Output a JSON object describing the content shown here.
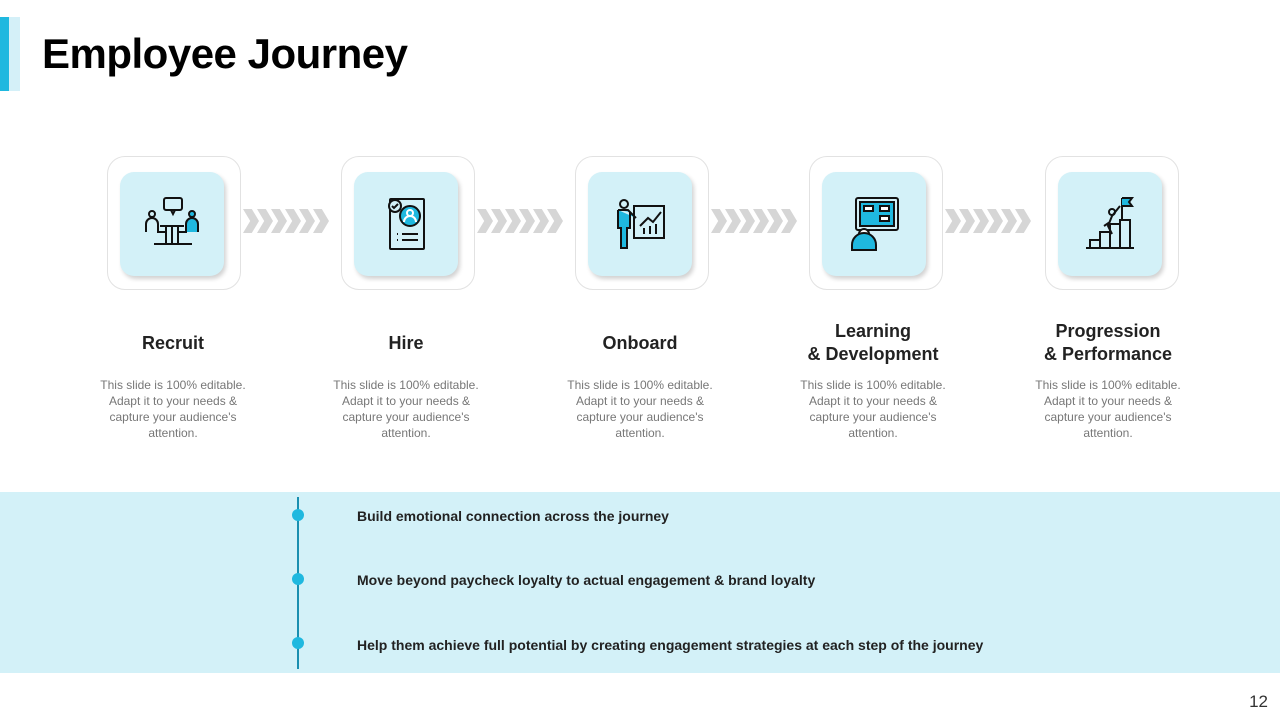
{
  "title": "Employee Journey",
  "steps": [
    {
      "title": "Recruit",
      "desc": "This slide is 100% editable. Adapt it to your needs & capture your audience's attention.",
      "icon": "meeting-icon"
    },
    {
      "title": "Hire",
      "desc": "This slide is 100% editable. Adapt it to your needs & capture your audience's attention.",
      "icon": "resume-icon"
    },
    {
      "title": "Onboard",
      "desc": "This slide is 100% editable. Adapt it to your needs & capture your audience's attention.",
      "icon": "presentation-icon"
    },
    {
      "title": "Learning\n& Development",
      "desc": "This slide is 100% editable. Adapt it to your needs & capture your audience's attention.",
      "icon": "training-icon"
    },
    {
      "title": "Progression\n& Performance",
      "desc": "This slide is 100% editable. Adapt it to your needs & capture your audience's attention.",
      "icon": "flag-climb-icon"
    }
  ],
  "bullets": [
    "Build emotional connection across the journey",
    "Move beyond paycheck loyalty to actual engagement & brand loyalty",
    "Help them achieve full potential by creating engagement strategies at each step of the journey"
  ],
  "page_number": "12",
  "colors": {
    "accent": "#1fb8df",
    "light": "#d3f1f8"
  }
}
